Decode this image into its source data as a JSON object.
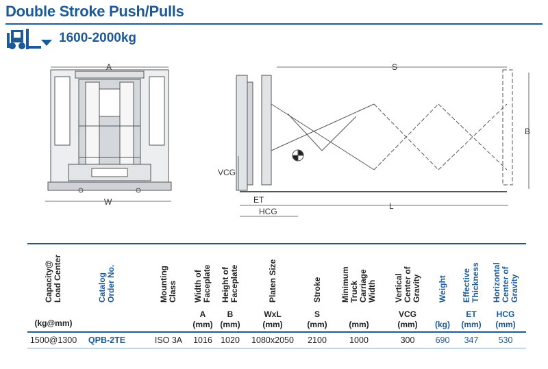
{
  "page": {
    "title": "Double Stroke Push/Pulls",
    "capacity_range": "1600-2000kg"
  },
  "drawing_labels": {
    "A": "A",
    "W": "W",
    "S": "S",
    "B": "B",
    "VCG": "VCG",
    "ET": "ET",
    "HCG": "HCG",
    "L": "L"
  },
  "table": {
    "headers": [
      {
        "text": "Capacity@\nLoad Center",
        "color": "#222222"
      },
      {
        "text": "Catalog\nOrder No.",
        "color": "#1b5a96"
      },
      {
        "text": "Mounting\nClass",
        "color": "#222222"
      },
      {
        "text": "Width of\nFaceplate",
        "color": "#222222"
      },
      {
        "text": "Height of\nFaceplate",
        "color": "#222222"
      },
      {
        "text": "Platen Size",
        "color": "#222222"
      },
      {
        "text": "Stroke",
        "color": "#222222"
      },
      {
        "text": "Minimum\nTruck\nCarriage\nWidth",
        "color": "#222222"
      },
      {
        "text": "Vertical\nCenter of\nGravity",
        "color": "#222222"
      },
      {
        "text": "Weight",
        "color": "#1b5a96"
      },
      {
        "text": "Effective\nThickness",
        "color": "#1b5a96"
      },
      {
        "text": "Horizontal\nCenter of\nGravity",
        "color": "#1b5a96"
      }
    ],
    "units": [
      {
        "sym": "",
        "unit": "(kg@mm)"
      },
      {
        "sym": "",
        "unit": ""
      },
      {
        "sym": "",
        "unit": ""
      },
      {
        "sym": "A",
        "unit": "(mm)"
      },
      {
        "sym": "B",
        "unit": "(mm)"
      },
      {
        "sym": "WxL",
        "unit": "(mm)"
      },
      {
        "sym": "S",
        "unit": "(mm)"
      },
      {
        "sym": "",
        "unit": "(mm)"
      },
      {
        "sym": "VCG",
        "unit": "(mm)"
      },
      {
        "sym": "",
        "unit": "(kg)"
      },
      {
        "sym": "ET",
        "unit": "(mm)"
      },
      {
        "sym": "HCG",
        "unit": "(mm)"
      }
    ],
    "row": [
      "1500@1300",
      "QPB-2TE",
      "ISO 3A",
      "1016",
      "1020",
      "1080x2050",
      "2100",
      "1000",
      "300",
      "690",
      "347",
      "530"
    ]
  }
}
